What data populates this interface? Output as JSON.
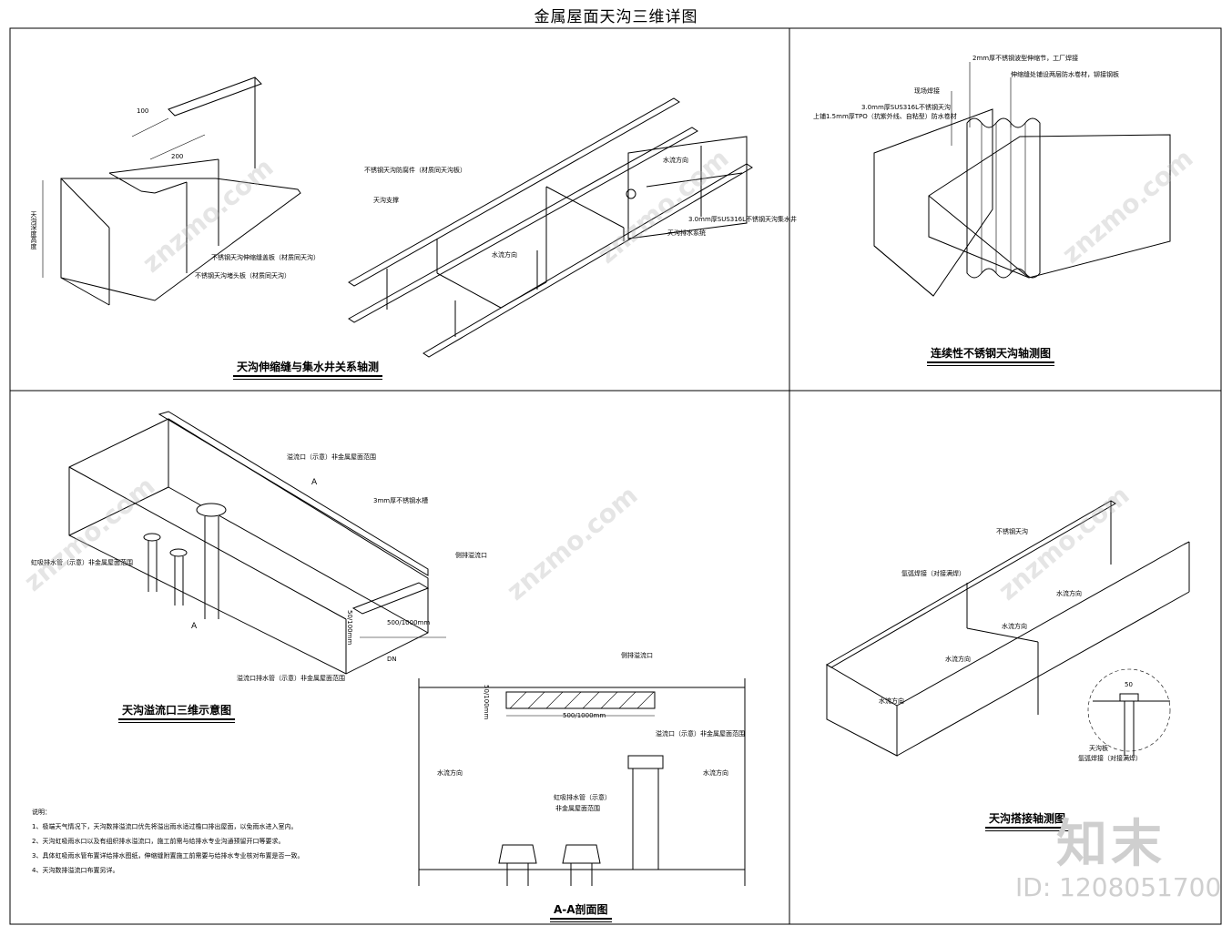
{
  "title": "金属屋面天沟三维详图",
  "panels": {
    "p1": {
      "title": "天沟伸缩缝与集水井关系轴测",
      "dim_100": "100",
      "dim_200": "200",
      "label_height": "天沟深度高度",
      "label_cover": "不锈钢天沟伸缩缝盖板（材质同天沟）",
      "label_end": "不锈钢天沟堵头板（材质同天沟）",
      "label_support": "不锈钢天沟防腐件（材质同天沟板）",
      "label_bracket": "天沟支撑",
      "label_flow": "水流方向",
      "label_well": "3.0mm厚SUS316L不锈钢天沟集水井",
      "label_drain": "天沟排水系统"
    },
    "p2": {
      "title": "连续性不锈钢天沟轴测图",
      "label_a": "2mm厚不锈钢波型伸缩节，工厂焊接",
      "label_b": "伸缩缝处铺设两层防水卷材，铆接钢板",
      "label_c": "现场焊接",
      "label_d": "3.0mm厚SUS316L不锈钢天沟",
      "label_e": "上铺1.5mm厚TPO（抗紫外线、自粘型）防水卷材"
    },
    "p3": {
      "title": "天沟溢流口三维示意图",
      "label_overflow": "溢流口（示意）非金属屋面范围",
      "label_plate": "3mm厚不锈钢水槽",
      "label_siphon": "虹吸排水管（示意）非金属屋面范围",
      "label_outlet": "侧排溢流口",
      "label_pipe": "溢流口排水管（示意）非金属屋面范围",
      "dim_h": "50/100mm",
      "dim_w": "500/1000mm",
      "dim_dn": "DN",
      "section_mark": "A"
    },
    "p4": {
      "title": "A-A剖面图",
      "label_outlet": "侧排溢流口",
      "label_overflow": "溢流口（示意）非金属屋面范围",
      "label_siphon_1": "虹吸排水管（示意）",
      "label_siphon_2": "非金属屋面范围",
      "flow_left": "水流方向",
      "flow_right": "水流方向",
      "dim_h": "50/100mm",
      "dim_w": "500/1000mm"
    },
    "p5": {
      "title": "天沟搭接轴测图",
      "label_gutter": "不锈钢天沟",
      "label_weld": "氩弧焊接（对接满焊）",
      "label_plate": "天沟板",
      "label_weld2": "氩弧焊接（对接满焊）",
      "flow": "水流方向",
      "dim_50": "50"
    }
  },
  "notes": {
    "heading": "说明：",
    "items": [
      "1、极端天气情况下，天沟数排溢流口优先将溢出雨水适过檐口排出屋面，以免雨水进入室内。",
      "2、天沟虹吸雨水口以及有组织排水溢流口，施工前需与给排水专业沟通预留开口等要求。",
      "3、具体虹吸雨水管布置详给排水图纸，伸缩缝附置施工前需要与给排水专业核对布置是否一致。",
      "4、天沟数排溢流口布置另详。"
    ]
  },
  "brand": "知末",
  "id_text": "ID: 1208051700",
  "watermark": "znzmo.com"
}
